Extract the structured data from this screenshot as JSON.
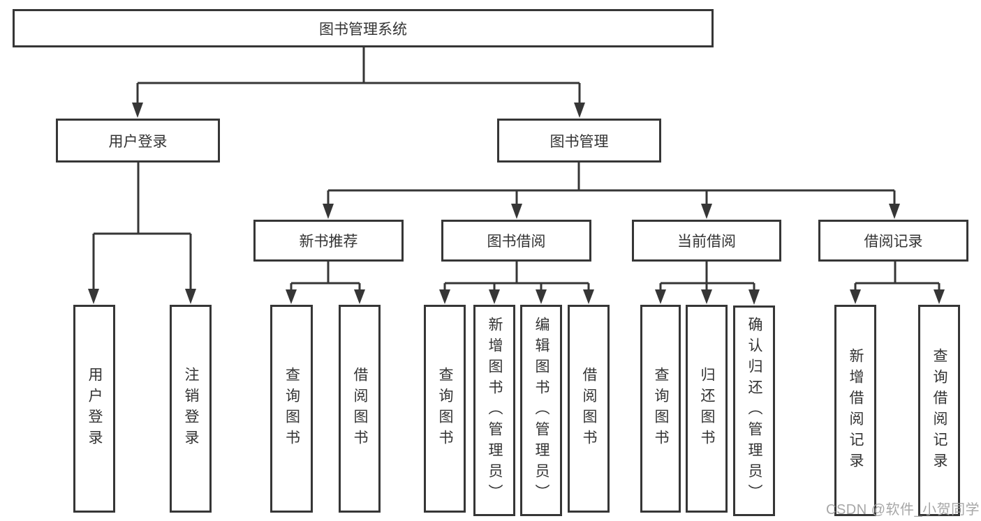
{
  "colors": {
    "background": "#ffffff",
    "box_border": "#363636",
    "connector": "#363636",
    "text": "#333333",
    "watermark": "#a2a2a2"
  },
  "tree": {
    "root": "图书管理系统",
    "login_branch": {
      "label": "用户登录",
      "children": [
        "用户登录",
        "注销登录"
      ]
    },
    "mgmt_branch": {
      "label": "图书管理",
      "sections": [
        {
          "label": "新书推荐",
          "children": [
            "查询图书",
            "借阅图书"
          ]
        },
        {
          "label": "图书借阅",
          "children": [
            "查询图书",
            "新增图书（管理员）",
            "编辑图书（管理员）",
            "借阅图书"
          ]
        },
        {
          "label": "当前借阅",
          "children": [
            "查询图书",
            "归还图书",
            "确认归还（管理员）"
          ]
        },
        {
          "label": "借阅记录",
          "children": [
            "新增借阅记录",
            "查询借阅记录"
          ]
        }
      ]
    }
  },
  "watermark": "CSDN @软件_小贺同学"
}
